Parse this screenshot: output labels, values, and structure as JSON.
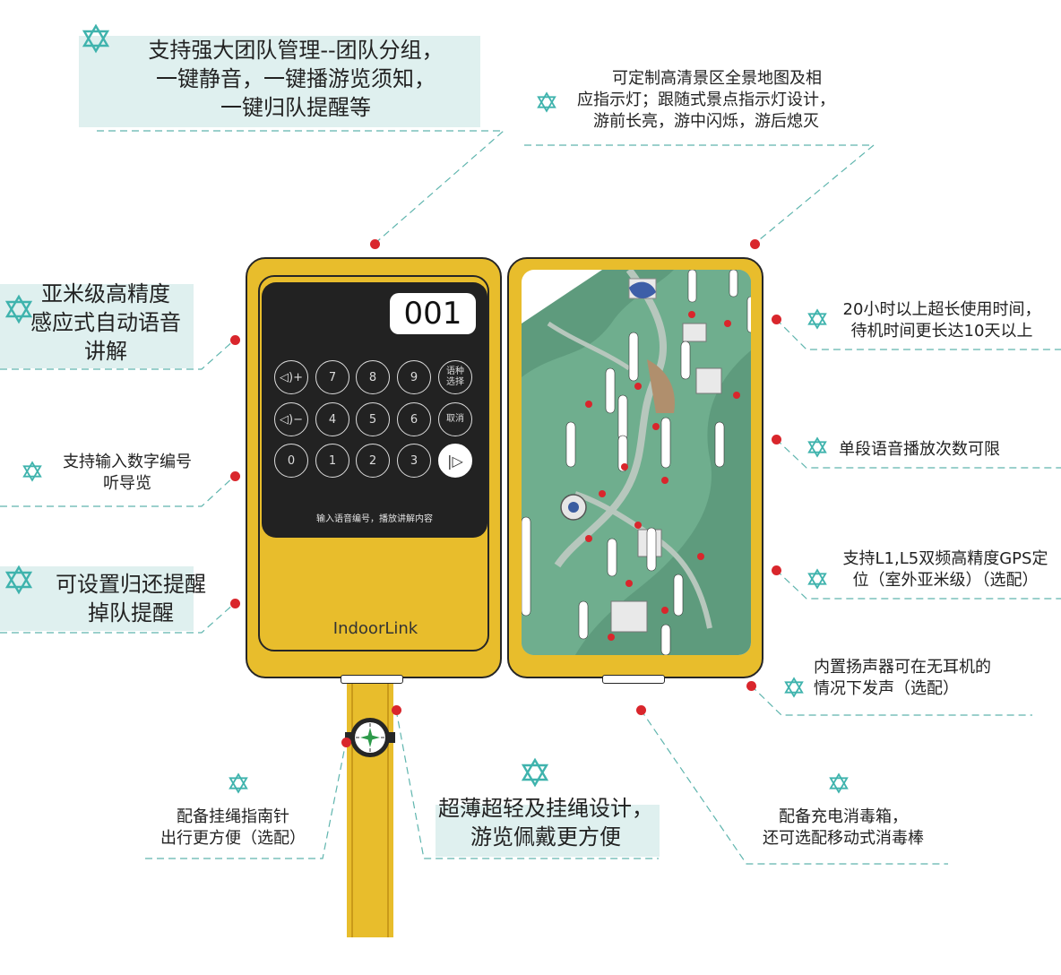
{
  "device": {
    "display_number": "001",
    "keys": {
      "vol_up": "◁)+",
      "vol_down": "◁)−",
      "k7": "7",
      "k8": "8",
      "k9": "9",
      "k4": "4",
      "k5": "5",
      "k6": "6",
      "k0": "0",
      "k1": "1",
      "k2": "2",
      "k3": "3",
      "lang_line1": "语种",
      "lang_line2": "选择",
      "cancel": "取消",
      "play": "|▷"
    },
    "hint": "输入语音编号，播放讲解内容",
    "brand": "IndoorLink"
  },
  "callouts": {
    "team_mgmt": [
      "支持强大团队管理--团队分组，",
      "一键静音，一键播游览须知，",
      "一键归队提醒等"
    ],
    "map": [
      "可定制高清景区全景地图及相",
      "应指示灯；跟随式景点指示灯设计，",
      "游前长亮，游中闪烁，游后熄灭"
    ],
    "precision": [
      "亚米级高精度",
      "感应式自动语音",
      "讲解"
    ],
    "battery": [
      "20小时以上超长使用时间，",
      "待机时间更长达10天以上"
    ],
    "number_input": [
      "支持输入数字编号",
      "听导览"
    ],
    "play_limit": "单段语音播放次数可限",
    "reminder": [
      "可设置归还提醒",
      "掉队提醒"
    ],
    "gps": [
      "支持L1,L5双频高精度GPS定",
      "位（室外亚米级）（选配）"
    ],
    "speaker": [
      "内置扬声器可在无耳机的",
      "情况下发声（选配）"
    ],
    "compass": [
      "配备挂绳指南针",
      "出行更方便（选配）"
    ],
    "lanyard": [
      "超薄超轻及挂绳设计，",
      "游览佩戴更方便"
    ],
    "disinfect": [
      "配备充电消毒箱，",
      "还可选配移动式消毒棒"
    ]
  },
  "colors": {
    "device_yellow": "#e8bd2c",
    "screen_dark": "#222222",
    "accent_teal": "#3fb3ad",
    "highlight": "#dff0ef",
    "marker_red": "#d9262c"
  }
}
